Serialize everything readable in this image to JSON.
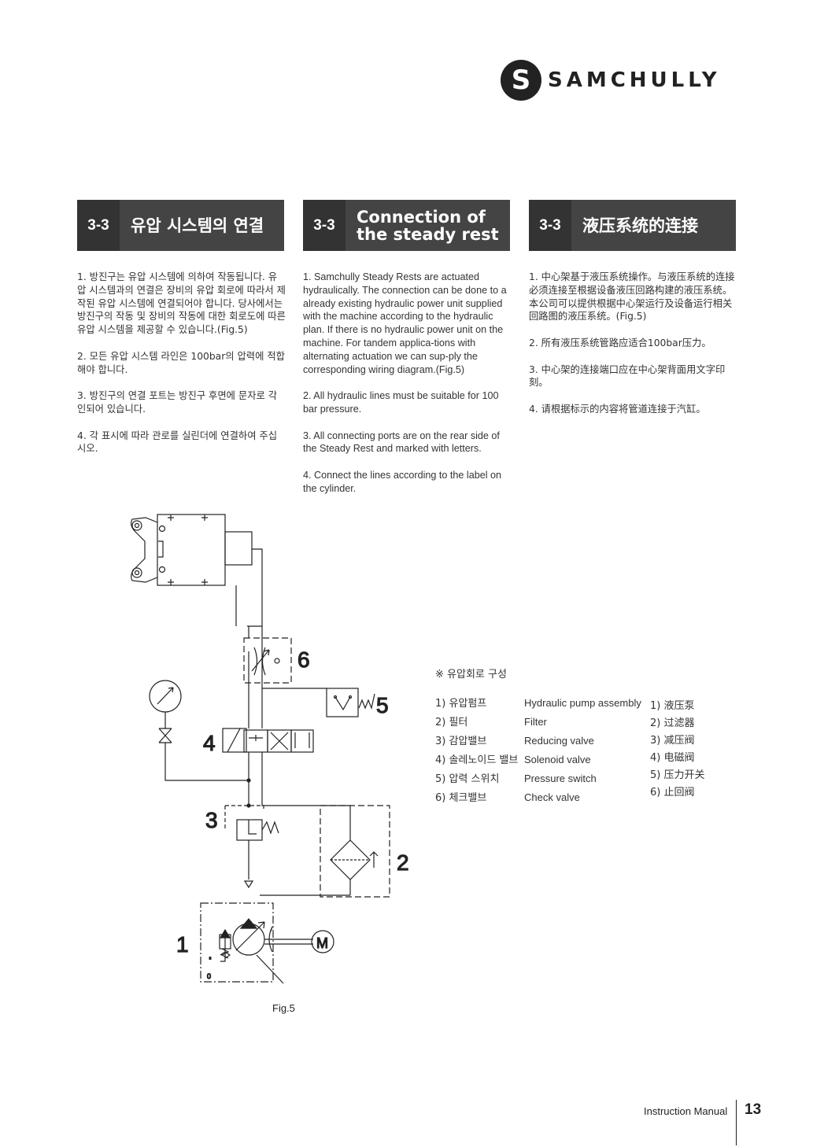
{
  "brand": {
    "name": "SAMCHULLY",
    "mark": "S"
  },
  "sections": [
    {
      "num": "3-3",
      "title": "유압 시스템의 연결"
    },
    {
      "num": "3-3",
      "title_line1": "Connection of",
      "title_line2": "the steady rest"
    },
    {
      "num": "3-3",
      "title": "液压系统的连接"
    }
  ],
  "text_ko": [
    "1. 방진구는 유압 시스템에 의하여 작동됩니다. 유압 시스템과의 연결은 장비의 유압 회로에 따라서 제작된 유압 시스템에 연결되어야 합니다. 당사에서는 방진구의 작동 및 장비의 작동에 대한 회로도에 따른 유압 시스템을 제공할 수 있습니다.(Fig.5)",
    "2. 모든 유압 시스템 라인은 100bar의 압력에 적합해야 합니다.",
    "3. 방진구의 연결 포트는 방진구 후면에 문자로 각인되어 있습니다.",
    "4. 각 표시에 따라 관로를 실린더에 연결하여 주십시오."
  ],
  "text_en": [
    "1. Samchully Steady Rests are actuated hydraulically. The connection can be done to a already existing hydraulic power unit supplied with the machine according to the hydraulic plan. If there is no hydraulic power unit on the machine. For tandem applica-tions with alternating actuation we can sup-ply the corresponding wiring diagram.(Fig.5)",
    "2. All hydraulic lines must be suitable for 100 bar pressure.",
    "3. All connecting ports are on the rear side of the Steady Rest and marked with letters.",
    "4. Connect the lines according to the label on the cylinder."
  ],
  "text_cn": [
    "1. 中心架基于液压系统操作。与液压系统的连接必须连接至根据设备液压回路构建的液压系统。本公司可以提供根据中心架运行及设备运行相关回路图的液压系统。(Fig.5)",
    "2. 所有液压系统管路应适合100bar压力。",
    "3. 中心架的连接端口应在中心架背面用文字印刻。",
    "4. 请根据标示的内容将管道连接于汽缸。"
  ],
  "diagram": {
    "labels": [
      "1",
      "2",
      "3",
      "4",
      "5",
      "6"
    ],
    "motor": "M",
    "zero": "0"
  },
  "legend": {
    "title": "※ 유압회로 구성",
    "items": [
      {
        "ko": "1) 유압펌프",
        "en": "Hydraulic pump assembly",
        "cn": "1) 液压泵"
      },
      {
        "ko": "2) 필터",
        "en": "Filter",
        "cn": "2) 过滤器"
      },
      {
        "ko": "3) 감압밸브",
        "en": "Reducing valve",
        "cn": "3) 减压阀"
      },
      {
        "ko": "4) 솔레노이드 밸브",
        "en": "Solenoid valve",
        "cn": "4) 电磁阀"
      },
      {
        "ko": "5) 압력 스위치",
        "en": "Pressure switch",
        "cn": "5) 压力开关"
      },
      {
        "ko": "6) 체크밸브",
        "en": "Check valve",
        "cn": "6) 止回阀"
      }
    ]
  },
  "figure_caption": "Fig.5",
  "footer": {
    "label": "Instruction Manual",
    "page": "13"
  }
}
